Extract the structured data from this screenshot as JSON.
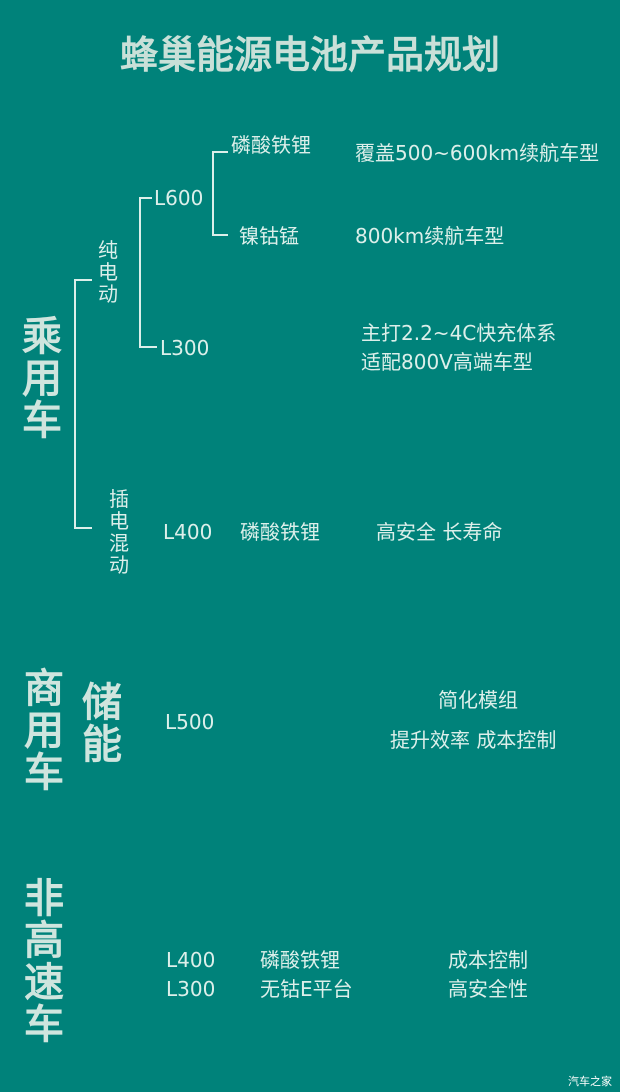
{
  "title": "蜂巢能源电池产品规划",
  "passenger": {
    "label": "乘用车",
    "bev": {
      "label": "纯电动",
      "l600": {
        "label": "L600",
        "lfp": {
          "chem": "磷酸铁锂",
          "desc": "覆盖500~600km续航车型"
        },
        "ncm": {
          "chem": "镍钴锰",
          "desc": "800km续航车型"
        }
      },
      "l300": {
        "label": "L300",
        "desc1": "主打2.2~4C快充体系",
        "desc2": "适配800V高端车型"
      }
    },
    "phev": {
      "label": "插电混动",
      "model": "L400",
      "chem": "磷酸铁锂",
      "desc": "高安全 长寿命"
    }
  },
  "commercial": {
    "label": "商用车",
    "storage_label": "储能",
    "model": "L500",
    "desc1": "简化模组",
    "desc2": "提升效率 成本控制"
  },
  "low_speed": {
    "label": "非高速车",
    "rows": [
      {
        "model": "L400",
        "chem": "磷酸铁锂",
        "desc": "成本控制"
      },
      {
        "model": "L300",
        "chem": "无钴E平台",
        "desc": "高安全性"
      }
    ]
  },
  "watermark": "汽车之家",
  "colors": {
    "background": "#00827a",
    "text": "#dcefea"
  }
}
